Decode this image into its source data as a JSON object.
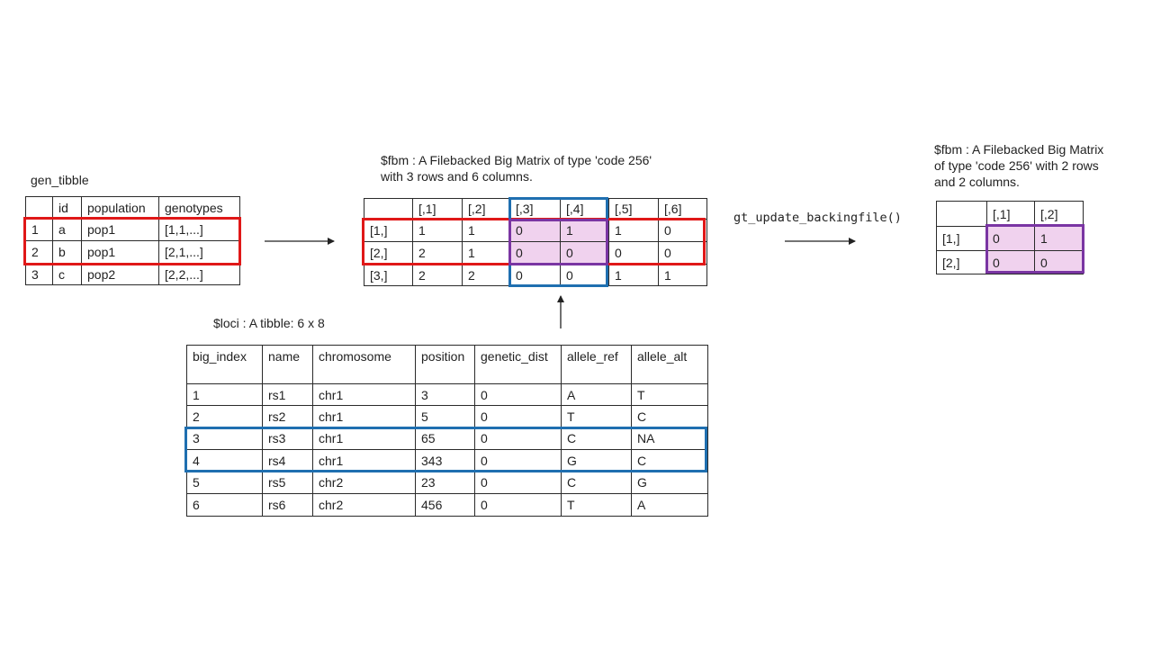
{
  "gen_tibble": {
    "title": "gen_tibble",
    "headers": [
      "",
      "id",
      "population",
      "genotypes"
    ],
    "rows": [
      [
        "1",
        "a",
        "pop1",
        "[1,1,...]"
      ],
      [
        "2",
        "b",
        "pop1",
        "[2,1,...]"
      ],
      [
        "3",
        "c",
        "pop2",
        "[2,2,...]"
      ]
    ]
  },
  "fbm": {
    "caption": "$fbm : A Filebacked Big Matrix of type 'code 256'\nwith 3 rows and 6 columns.",
    "headers": [
      "",
      "[,1]",
      "[,2]",
      "[,3]",
      "[,4]",
      "[,5]",
      "[,6]"
    ],
    "rows": [
      [
        "[1,]",
        "1",
        "1",
        "0",
        "1",
        "1",
        "0"
      ],
      [
        "[2,]",
        "2",
        "1",
        "0",
        "0",
        "0",
        "0"
      ],
      [
        "[3,]",
        "2",
        "2",
        "0",
        "0",
        "1",
        "1"
      ]
    ]
  },
  "loci": {
    "caption": "$loci : A tibble: 6 x 8",
    "headers": [
      "big_index",
      "name",
      "chromosome",
      "position",
      "genetic_dist",
      "allele_ref",
      "allele_alt"
    ],
    "rows": [
      [
        "1",
        "rs1",
        "chr1",
        "3",
        "0",
        "A",
        "T"
      ],
      [
        "2",
        "rs2",
        "chr1",
        "5",
        "0",
        "T",
        "C"
      ],
      [
        "3",
        "rs3",
        "chr1",
        "65",
        "0",
        "C",
        "NA"
      ],
      [
        "4",
        "rs4",
        "chr1",
        "343",
        "0",
        "G",
        "C"
      ],
      [
        "5",
        "rs5",
        "chr2",
        "23",
        "0",
        "C",
        "G"
      ],
      [
        "6",
        "rs6",
        "chr2",
        "456",
        "0",
        "T",
        "A"
      ]
    ]
  },
  "function_call": "gt_update_backingfile()",
  "new_fbm": {
    "caption": "$fbm : A Filebacked Big Matrix\nof type 'code 256' with 2 rows\nand 2 columns.",
    "headers": [
      "",
      "[,1]",
      "[,2]"
    ],
    "rows": [
      [
        "[1,]",
        "0",
        "1"
      ],
      [
        "[2,]",
        "0",
        "0"
      ]
    ]
  },
  "colors": {
    "selection_rows": "#e01818",
    "selection_loci": "#1f6fb0",
    "selection_result": "#7a35a3",
    "highlight_fill": "#f0d2ee"
  }
}
